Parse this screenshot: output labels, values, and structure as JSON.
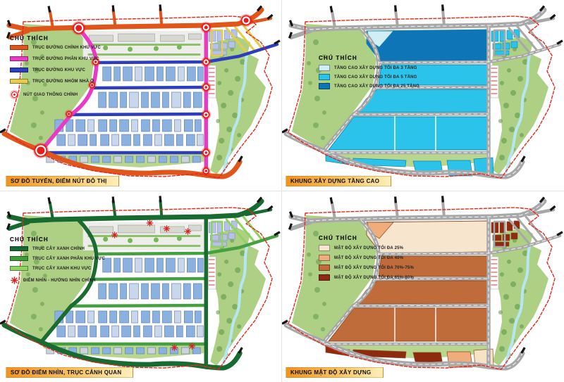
{
  "page": {
    "background": "#ffffff"
  },
  "colors": {
    "boundary": "#e8261c",
    "leaf_base": "#aed084",
    "leaf_dark": "#5a9344",
    "stream": "#b7e6f3",
    "title_bar_gradient": [
      "#f0941f",
      "#fdf0bb"
    ],
    "building_blue": "#8ab1e0"
  },
  "panels": [
    {
      "id": "routes",
      "title": "SƠ ĐỒ TUYẾN, ĐIỂM NÚT ĐÔ THỊ",
      "legend_title": "CHÚ THÍCH",
      "legend_style": "bar",
      "legend": [
        {
          "type": "bar",
          "color": "#e0551a",
          "label": "TRỤC ĐƯỜNG CHÍNH KHU VỰC"
        },
        {
          "type": "bar",
          "color": "#e93ac4",
          "label": "TRỤC ĐƯỜNG PHÂN KHU VỰC"
        },
        {
          "type": "bar",
          "color": "#2e3dbb",
          "label": "TRỤC ĐƯỜNG KHU VỰC"
        },
        {
          "type": "bar",
          "color": "#e3cc4e",
          "label": "TRỤC ĐƯỜNG NHÓM NHÀ Ở"
        },
        {
          "type": "node",
          "color": "#ed1c24",
          "label": "NÚT GIAO THÔNG CHÍNH"
        }
      ],
      "map": {
        "style": "routes",
        "road_main": "#e0551a",
        "road_sub": "#e93ac4",
        "road_local": "#2e3dbb",
        "road_minor": "#e3cc4e",
        "node_color": "#e51d1d",
        "building_fill": "#8ab1e0",
        "building_stroke": "#5a79a8"
      }
    },
    {
      "id": "floors",
      "title": "KHUNG XÂY DỰNG TẦNG CAO",
      "legend_title": "CHÚ THÍCH",
      "legend_style": "box",
      "legend": [
        {
          "type": "box",
          "color": "#cfeef6",
          "label": "TẦNG CAO XÂY DỰNG TỐI ĐA 3 TẦNG"
        },
        {
          "type": "box",
          "color": "#2bc3ea",
          "label": "TẦNG CAO XÂY DỰNG TỐI ĐA 5 TẦNG"
        },
        {
          "type": "box",
          "color": "#0e75b7",
          "label": "TẦNG CAO XÂY DỰNG TỐI ĐA 25 TẦNG"
        }
      ],
      "map": {
        "style": "zones",
        "road_main": "#a8a8a8",
        "road_sub": "#a8a8a8",
        "road_local": "#a8a8a8",
        "road_minor": "#a8a8a8",
        "zone_top": "#0e75b7",
        "zone_top_corner": "#cfeef6",
        "zone_band": "#2bc3ea",
        "zone_corner": "#2bc3ea",
        "zone_stroke": "#1583a8",
        "bottom_parcels": [
          "#2bc3ea",
          "#2bc3ea",
          "#2bc3ea",
          "#2bc3ea",
          "#2bc3ea"
        ]
      }
    },
    {
      "id": "landscape",
      "title": "SƠ ĐỒ ĐIỂM NHÌN, TRỤC CẢNH QUAN",
      "legend_title": "CHÚ THÍCH",
      "legend_style": "bar",
      "legend": [
        {
          "type": "bar",
          "color": "#176a30",
          "label": "TRỤC CÂY XANH CHÍNH"
        },
        {
          "type": "bar",
          "color": "#3f9c3b",
          "label": "TRỤC CÂY XANH PHÂN KHU VỰC"
        },
        {
          "type": "bar",
          "color": "#8fd45e",
          "label": "TRỤC CÂY XANH KHU VỰC"
        },
        {
          "type": "flower",
          "color": "#d92121",
          "label": "ĐIỂM NHÌN - HƯỚNG NHÌN CHÍNH"
        }
      ],
      "map": {
        "style": "landscape",
        "road_main": "#176a30",
        "road_sub": "#1c6b30",
        "road_local": "#44a040",
        "road_minor": "#8fd45e",
        "flower_color": "#d92121",
        "building_fill": "#8ab1e0",
        "building_stroke": "#5a79a8"
      }
    },
    {
      "id": "density",
      "title": "KHUNG MẬT ĐỘ XÂY DỰNG",
      "legend_title": "CHÚ THÍCH",
      "legend_style": "box",
      "legend": [
        {
          "type": "box",
          "color": "#f7e5cd",
          "label": "MẬT ĐỘ XÂY DỰNG TỐI ĐA 25%"
        },
        {
          "type": "box",
          "color": "#efad7d",
          "label": "MẬT ĐỘ XÂY DỰNG TỐI ĐA 40%"
        },
        {
          "type": "box",
          "color": "#c06b3a",
          "label": "MẬT ĐỘ XÂY DỰNG TỐI ĐA 70%-75%"
        },
        {
          "type": "box",
          "color": "#8e2a10",
          "label": "MẬT ĐỘ XÂY DỰNG TỐI ĐA 65%-80%"
        }
      ],
      "map": {
        "style": "zones",
        "road_main": "#a8a8a8",
        "road_sub": "#a8a8a8",
        "road_local": "#a8a8a8",
        "road_minor": "#a8a8a8",
        "zone_top": "#f7e5cd",
        "zone_top_corner": "#efad7d",
        "zone_band": "#c06b3a",
        "zone_corner": "#8e2a10",
        "zone_stroke": "#8a4a22",
        "bottom_parcels": [
          "#8e2a10",
          "#8e2a10",
          "#8e2a10",
          "#f0ac7c",
          "#f6e2c6"
        ]
      }
    }
  ]
}
